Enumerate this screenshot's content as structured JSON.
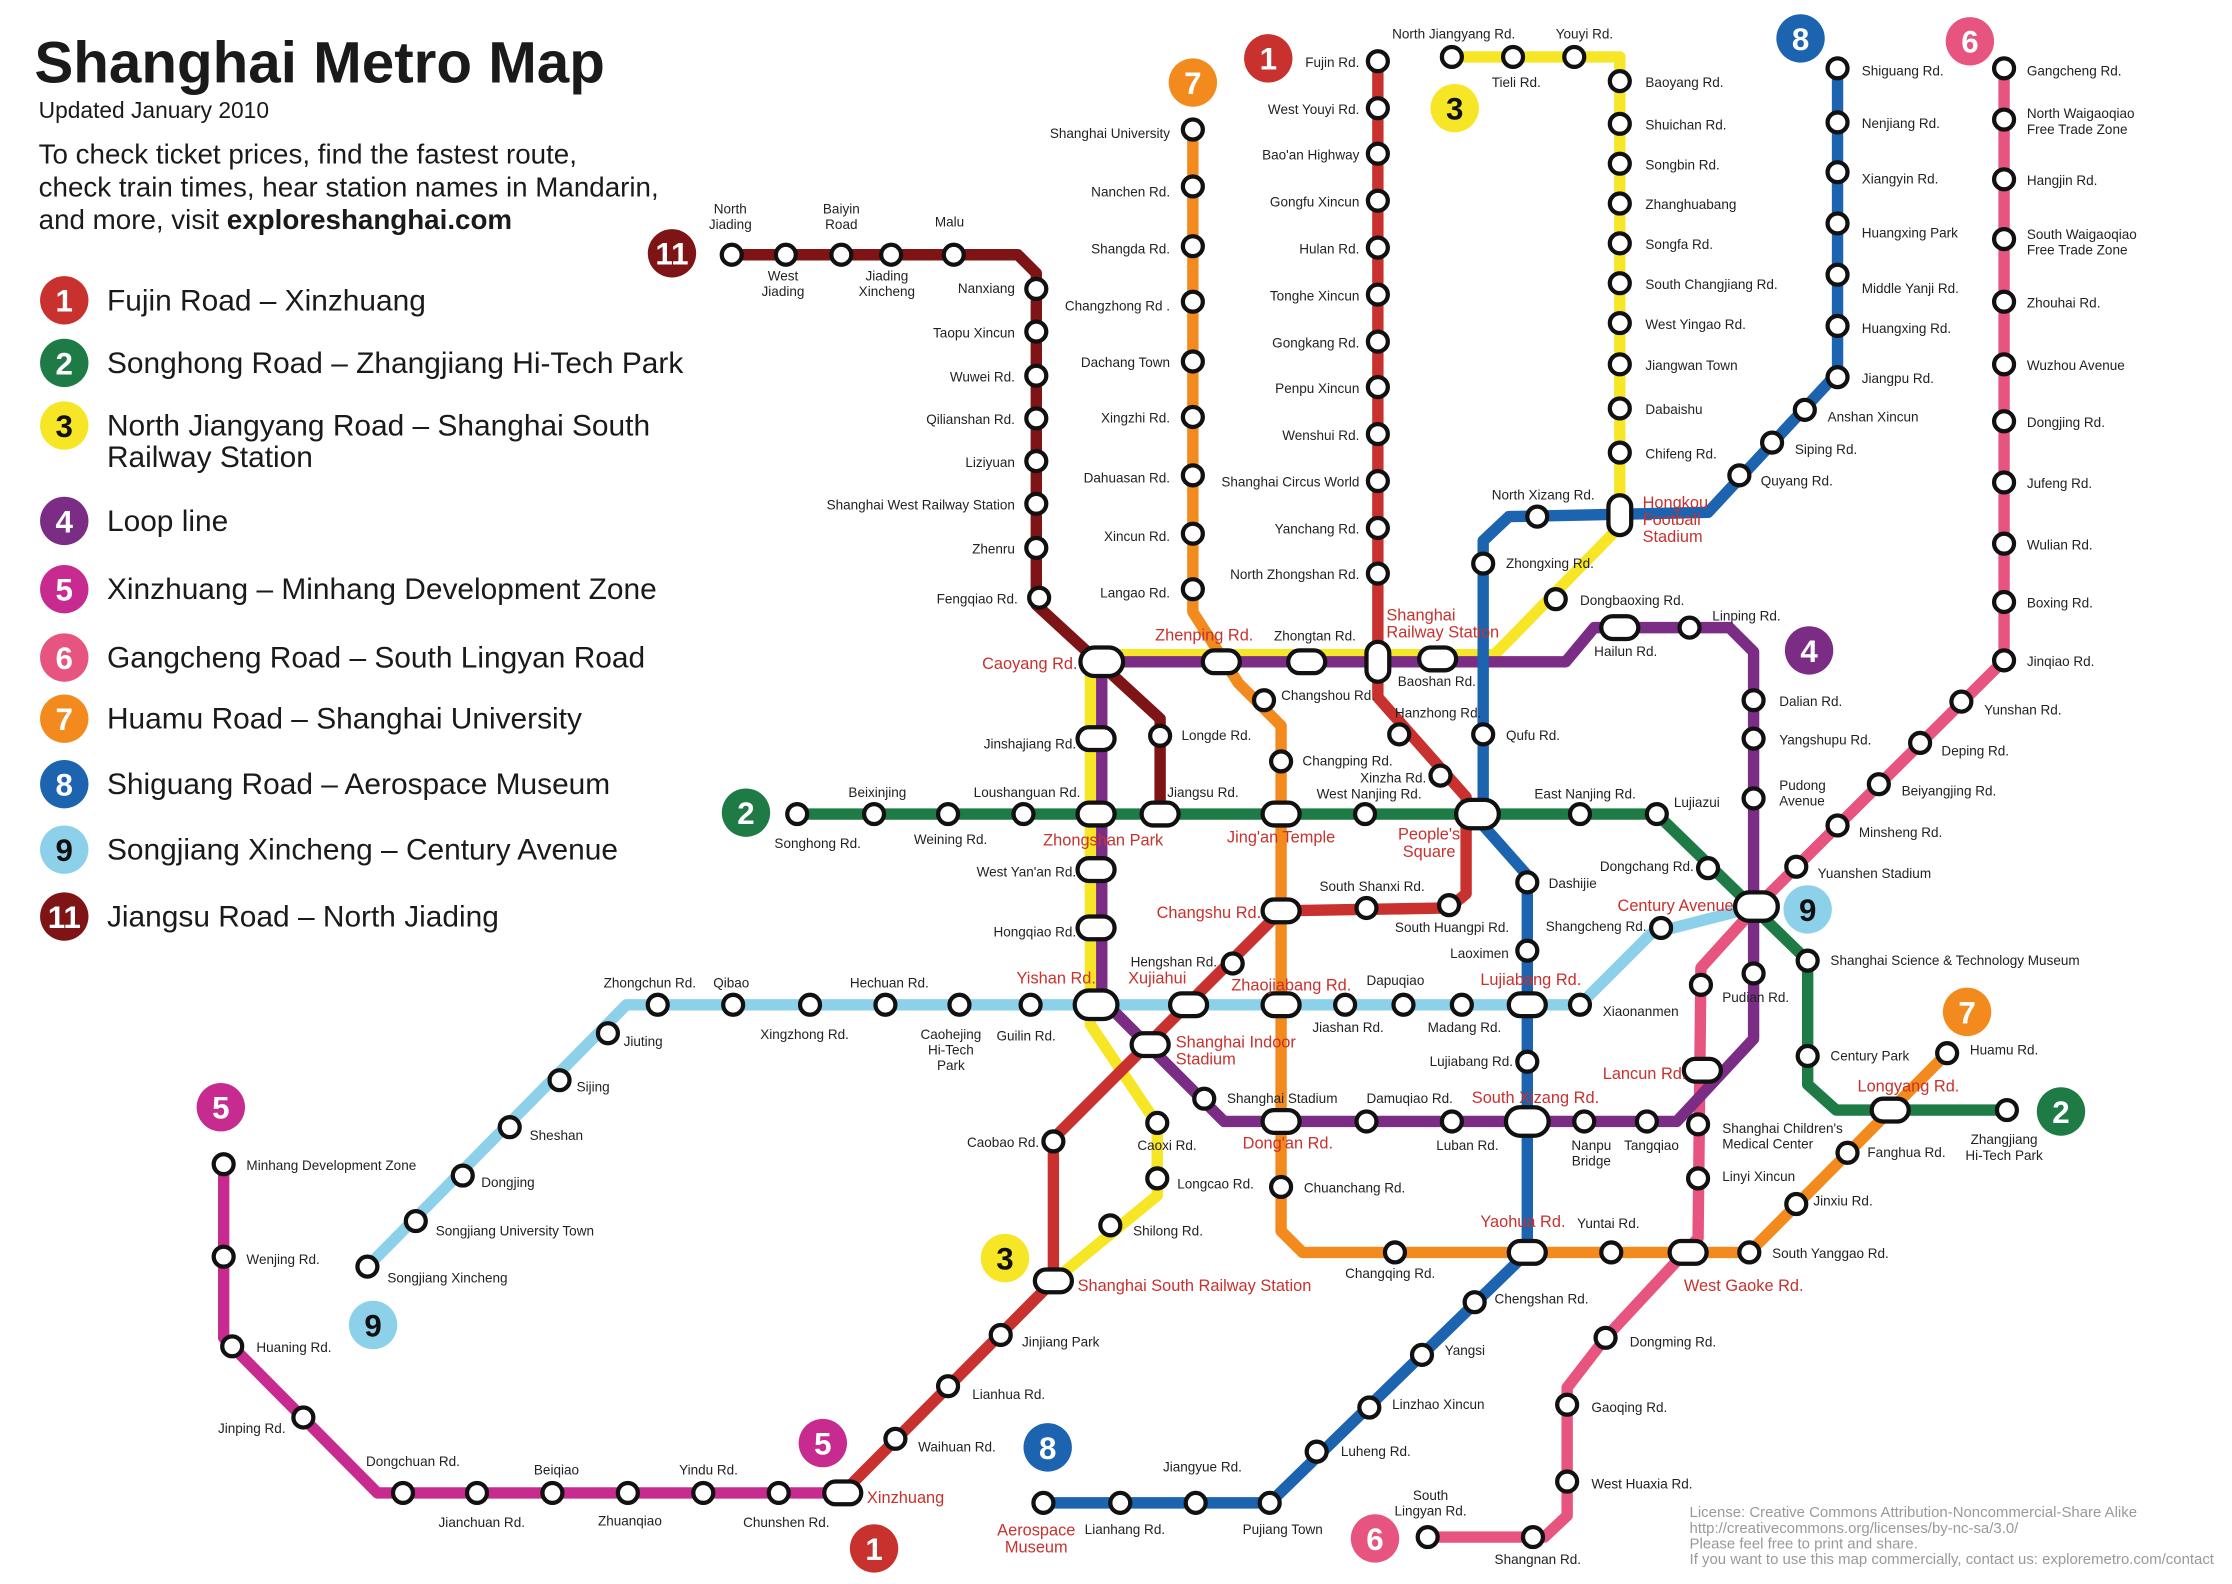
{
  "header": {
    "title": "Shanghai Metro Map",
    "updated": "Updated January 2010",
    "intro": [
      "To check ticket prices, find the fastest route,",
      "check train times, hear station names in Mandarin,",
      "and more, visit "
    ],
    "website": "exploreshanghai.com"
  },
  "legend": [
    {
      "num": "1",
      "label": "Fujin Road – Xinzhuang",
      "color": "#c8312d"
    },
    {
      "num": "2",
      "label": "Songhong Road – Zhangjiang Hi-Tech Park",
      "color": "#1e7b45"
    },
    {
      "num": "3",
      "label": "North Jiangyang Road – Shanghai South\nRailway Station",
      "color": "#f7e626"
    },
    {
      "num": "4",
      "label": "Loop line",
      "color": "#7b2d85"
    },
    {
      "num": "5",
      "label": "Xinzhuang – Minhang Development Zone",
      "color": "#c72b8f"
    },
    {
      "num": "6",
      "label": "Gangcheng Road – South Lingyan Road",
      "color": "#e75480"
    },
    {
      "num": "7",
      "label": "Huamu Road – Shanghai University",
      "color": "#f28a1e"
    },
    {
      "num": "8",
      "label": "Shiguang Road – Aerospace Museum",
      "color": "#1c63b0"
    },
    {
      "num": "9",
      "label": "Songjiang Xincheng – Century Avenue",
      "color": "#8dd0ea"
    },
    {
      "num": "11",
      "label": "Jiangsu Road – North Jiading",
      "color": "#7f1416"
    }
  ],
  "map_badges": [
    "11",
    "7",
    "1",
    "3",
    "8",
    "6",
    "4",
    "2",
    "9",
    "7",
    "2",
    "5",
    "9",
    "3",
    "5",
    "8",
    "1",
    "6"
  ],
  "stations": [
    "North\nJiading",
    "West\nJiading",
    "Baiyin\nRoad",
    "Jiading\nXincheng",
    "Malu",
    "Nanxiang",
    "Taopu Xincun",
    "Wuwei Rd.",
    "Qilianshan Rd.",
    "Liziyuan",
    "Shanghai West Railway Station",
    "Zhenru",
    "Fengqiao Rd.",
    "Longde Rd.",
    "Fujin Rd.",
    "West Youyi Rd.",
    "Bao'an Highway",
    "Gongfu Xincun",
    "Hulan Rd.",
    "Tonghe Xincun",
    "Gongkang Rd.",
    "Penpu Xincun",
    "Wenshui Rd.",
    "Shanghai Circus World",
    "Yanchang Rd.",
    "North Zhongshan Rd.",
    "Shanghai\nRailway Station",
    "Hanzhong Rd.",
    "Xinzha Rd.",
    "People's\nSquare",
    "South Huangpi Rd.",
    "South Shanxi Rd.",
    "Changshu Rd.",
    "Hengshan Rd.",
    "Xujiahui",
    "Shanghai Indoor\nStadium",
    "Caobao Rd.",
    "Shanghai South Railway Station",
    "Jinjiang Park",
    "Lianhua Rd.",
    "Waihuan Rd.",
    "Xinzhuang",
    "Songhong Rd.",
    "Beixinjing",
    "Weining Rd.",
    "Loushanguan Rd.",
    "Zhongshan Park",
    "Jiangsu Rd.",
    "Jing'an Temple",
    "West Nanjing Rd.",
    "East Nanjing Rd.",
    "Lujiazui",
    "Dongchang Rd.",
    "Century Avenue",
    "Shanghai Science & Technology Museum",
    "Century Park",
    "Longyang Rd.",
    "Zhangjiang\nHi-Tech Park",
    "North Jiangyang Rd.",
    "Tieli Rd.",
    "Youyi Rd.",
    "Baoyang Rd.",
    "Shuichan Rd.",
    "Songbin Rd.",
    "Zhanghuabang",
    "Songfa Rd.",
    "South Changjiang Rd.",
    "West Yingao Rd.",
    "Jiangwan Town",
    "Dabaishu",
    "Chifeng Rd.",
    "Hongkou\nFootball\nStadium",
    "Dongbaoxing Rd.",
    "Zhongtan Rd.",
    "Baoshan Rd.",
    "Caoyang Rd.",
    "Zhenping Rd.",
    "Jinshajiang Rd.",
    "West Yan'an Rd.",
    "Hongqiao Rd.",
    "Yishan Rd.",
    "Caoxi Rd.",
    "Longcao Rd.",
    "Shilong Rd.",
    "Hailun Rd.",
    "Linping Rd.",
    "Dalian Rd.",
    "Yangshupu Rd.",
    "Pudong\nAvenue",
    "Pudian Rd.",
    "Lancun Rd.",
    "Tangqiao",
    "Nanpu\nBridge",
    "South Xizang Rd.",
    "Luban Rd.",
    "Damuqiao Rd.",
    "Dong'an Rd.",
    "Shanghai Stadium",
    "Minhang Development Zone",
    "Wenjing Rd.",
    "Huaning Rd.",
    "Jinping Rd.",
    "Dongchuan Rd.",
    "Jianchuan Rd.",
    "Beiqiao",
    "Zhuanqiao",
    "Yindu Rd.",
    "Chunshen Rd.",
    "Gangcheng Rd.",
    "North Waigaoqiao\nFree Trade Zone",
    "Hangjin Rd.",
    "South Waigaoqiao\nFree Trade Zone",
    "Zhouhai Rd.",
    "Wuzhou Avenue",
    "Dongjing Rd.",
    "Jufeng Rd.",
    "Wulian Rd.",
    "Boxing Rd.",
    "Jinqiao Rd.",
    "Yunshan Rd.",
    "Deping Rd.",
    "Beiyangjing Rd.",
    "Minsheng Rd.",
    "Yuanshen Stadium",
    "Shanghai Children's\nMedical Center",
    "Linyi Xincun",
    "West Gaoke Rd.",
    "Dongming Rd.",
    "Gaoqing Rd.",
    "West Huaxia Rd.",
    "Shangnan Rd.",
    "South\nLingyan Rd.",
    "Shanghai University",
    "Nanchen Rd.",
    "Shangda Rd.",
    "Changzhong Rd .",
    "Dachang Town",
    "Xingzhi Rd.",
    "Dahuasan Rd.",
    "Xincun Rd.",
    "Langao Rd.",
    "Changshou Rd.",
    "Changping Rd.",
    "Zhaojiabang Rd.",
    "Chuanchang Rd.",
    "Changqing Rd.",
    "Yaohua Rd.",
    "Yuntai Rd.",
    "South Yanggao Rd.",
    "Jinxiu Rd.",
    "Fanghua Rd.",
    "Huamu Rd.",
    "Shiguang Rd.",
    "Nenjiang Rd.",
    "Xiangyin Rd.",
    "Huangxing Park",
    "Middle Yanji Rd.",
    "Huangxing Rd.",
    "Jiangpu Rd.",
    "Anshan Xincun",
    "Siping Rd.",
    "Quyang Rd.",
    "North Xizang Rd.",
    "Zhongxing Rd.",
    "Qufu Rd.",
    "Dashijie",
    "Laoximen",
    "Lujiabang Rd.",
    "Lujiabang Rd.",
    "Chengshan Rd.",
    "Yangsi",
    "Linzhao Xincun",
    "Luheng Rd.",
    "Pujiang Town",
    "Jiangyue Rd.",
    "Lianhang Rd.",
    "Aerospace\nMuseum",
    "Songjiang Xincheng",
    "Songjiang University Town",
    "Dongjing",
    "Sheshan",
    "Sijing",
    "Jiuting",
    "Zhongchun Rd.",
    "Qibao",
    "Xingzhong Rd.",
    "Hechuan Rd.",
    "Caohejing\nHi-Tech\nPark",
    "Guilin Rd.",
    "Jiashan Rd.",
    "Dapuqiao",
    "Madang Rd.",
    "Xiaonanmen",
    "Shangcheng Rd."
  ],
  "license": [
    "License: Creative Commons Attribution-Noncommercial-Share Alike",
    "http://creativecommons.org/licenses/by-nc-sa/3.0/",
    "Please feel free to print and share.",
    "If you want to use this map commercially, contact us: exploremetro.com/contact"
  ]
}
